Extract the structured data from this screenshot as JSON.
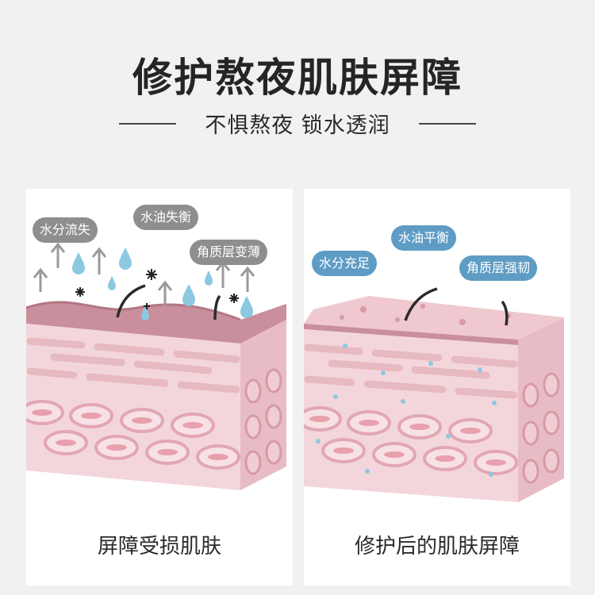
{
  "header": {
    "title": "修护熬夜肌肤屏障",
    "subtitle": "不惧熬夜 锁水透润"
  },
  "panels": {
    "damaged": {
      "caption": "屏障受损肌肤",
      "tags": [
        "水分流失",
        "水油失衡",
        "角质层变薄"
      ]
    },
    "repaired": {
      "caption": "修护后的肌肤屏障",
      "tags": [
        "水油平衡",
        "水分充足",
        "角质层强韧"
      ]
    }
  },
  "colors": {
    "background": "#f1f1f1",
    "gray_tag": "#8e8e8e",
    "blue_tag": "#5e9cc4",
    "skin_top": "#c98f9c",
    "skin_face": "#f3d6db",
    "cell_core": "#e8a0ad",
    "water_drop": "#8cc8e2"
  },
  "icons": [
    "arrow-up-icon",
    "water-drop-icon",
    "particle-icon",
    "hair-icon"
  ]
}
